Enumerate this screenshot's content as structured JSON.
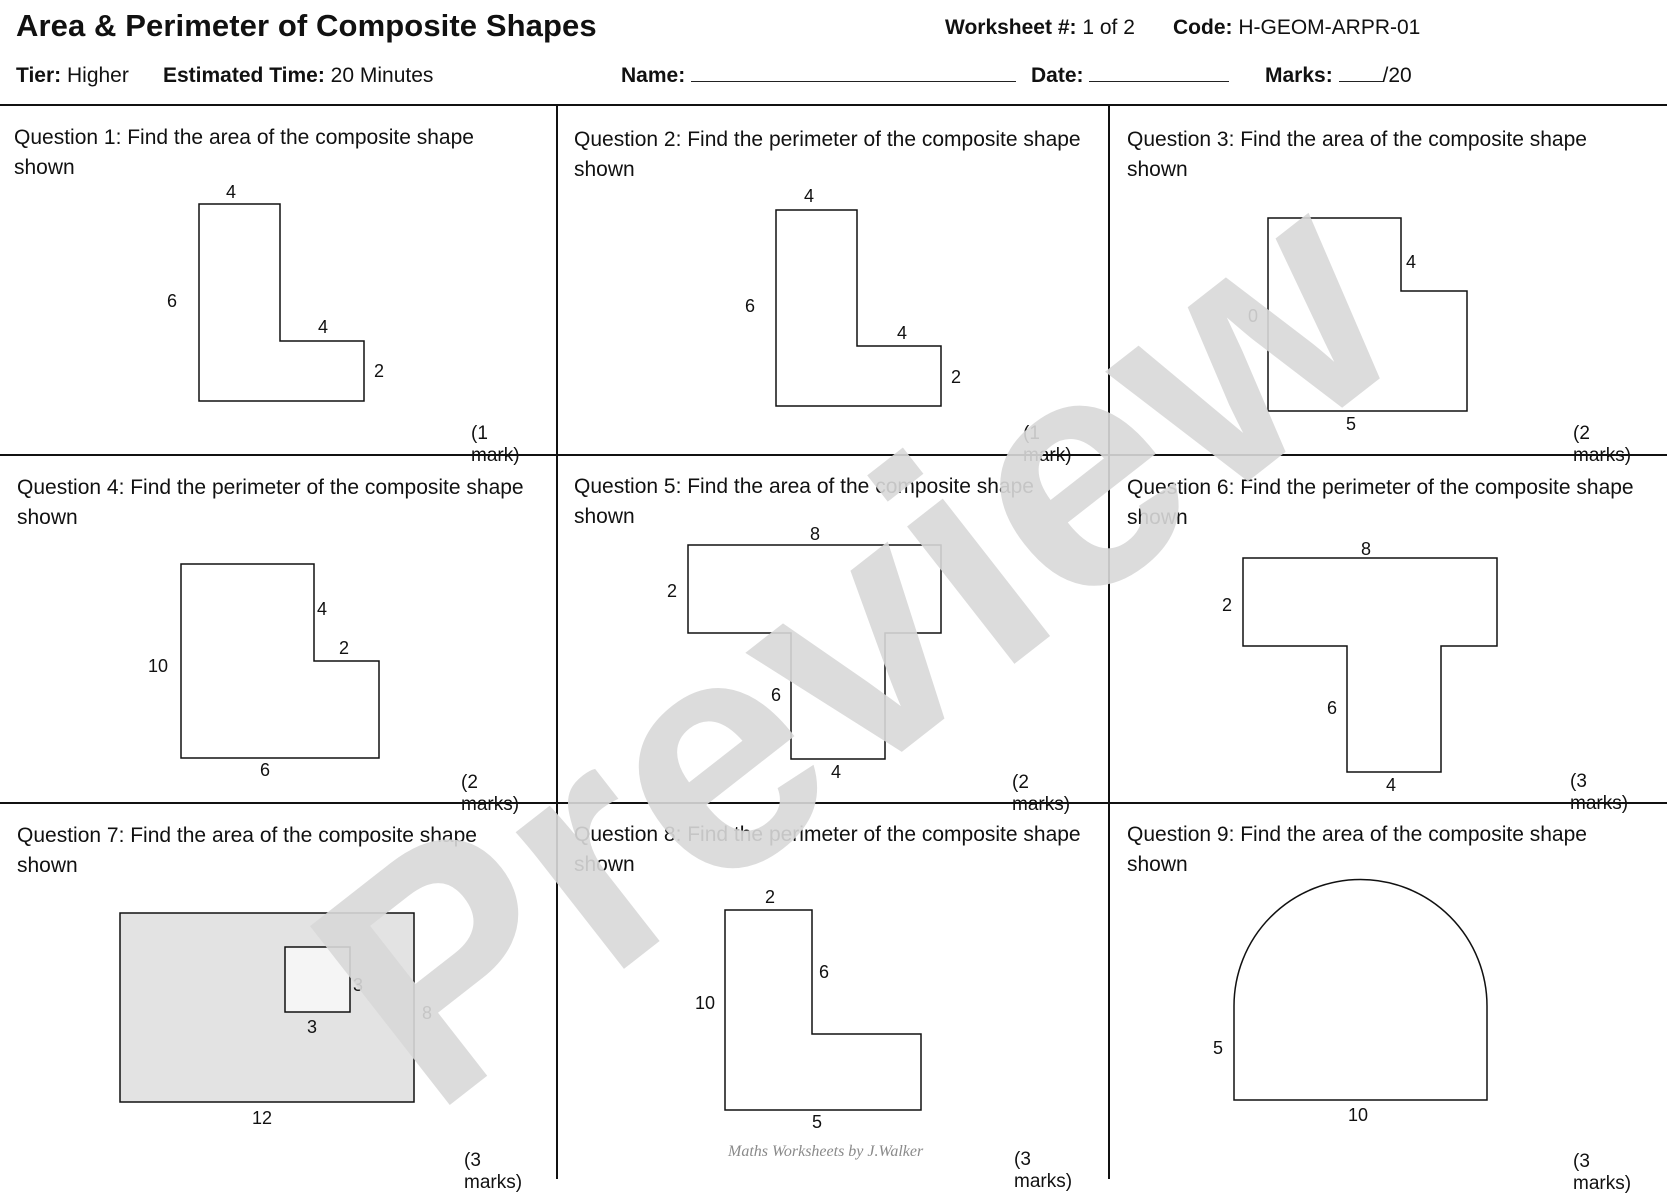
{
  "header": {
    "title": "Area & Perimeter of Composite Shapes",
    "worksheet_label": "Worksheet #:",
    "worksheet_value": "1 of 2",
    "code_label": "Code:",
    "code_value": "H-GEOM-ARPR-01",
    "tier_label": "Tier:",
    "tier_value": "Higher",
    "time_label": "Estimated Time:",
    "time_value": "20 Minutes",
    "name_label": "Name:",
    "date_label": "Date:",
    "marks_label": "Marks:",
    "marks_total": "/20"
  },
  "questions": [
    {
      "text": "Question 1: Find the area of the composite shape shown",
      "marks": "(1 mark)",
      "labels": [
        "4",
        "6",
        "4",
        "2"
      ]
    },
    {
      "text": "Question 2: Find the perimeter of the composite shape shown",
      "marks": "(1 mark)",
      "labels": [
        "4",
        "6",
        "4",
        "2"
      ]
    },
    {
      "text": "Question 3: Find the area of the composite shape shown",
      "marks": "(2 marks)",
      "labels": [
        "4",
        "0",
        "5"
      ]
    },
    {
      "text": "Question 4: Find the perimeter of the composite shape shown",
      "marks": "(2 marks)",
      "labels": [
        "4",
        "2",
        "10",
        "6"
      ]
    },
    {
      "text": "Question 5: Find the area of the composite shape shown",
      "marks": "(2 marks)",
      "labels": [
        "8",
        "2",
        "6",
        "4"
      ]
    },
    {
      "text": "Question 6: Find the perimeter of the composite shape shown",
      "marks": "(3 marks)",
      "labels": [
        "8",
        "2",
        "6",
        "4"
      ]
    },
    {
      "text": "Question 7: Find the area of the composite shape shown",
      "marks": "(3 marks)",
      "labels": [
        "3",
        "3",
        "8",
        "12"
      ]
    },
    {
      "text": "Question 8: Find the perimeter of the composite shape shown",
      "marks": "(3 marks)",
      "labels": [
        "2",
        "6",
        "10",
        "5"
      ]
    },
    {
      "text": "Question 9: Find the area of the composite shape shown",
      "marks": "(3 marks)",
      "labels": [
        "5",
        "10"
      ]
    }
  ],
  "footer": "Maths Worksheets by J.Walker",
  "watermark": "Preview",
  "colors": {
    "shaded": "#e3e3e3",
    "watermark": "#d9d9d9",
    "line": "#111111"
  }
}
